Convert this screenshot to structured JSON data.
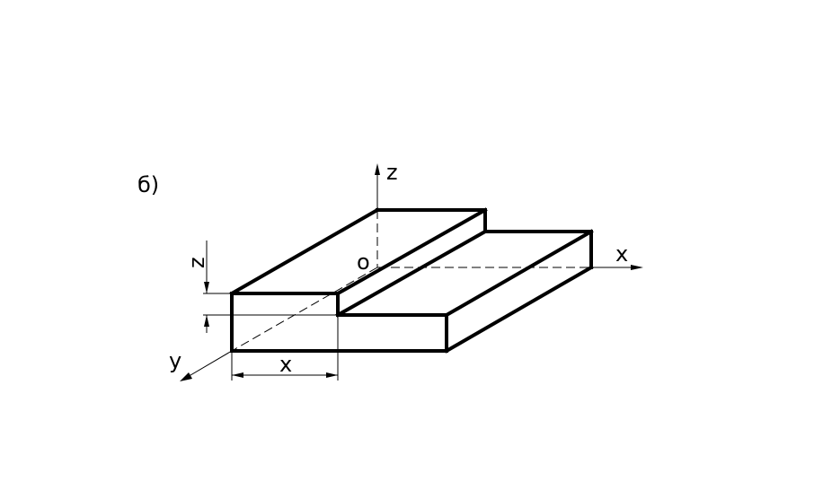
{
  "figure": {
    "panel_label": "б)",
    "axis_z": "z",
    "axis_x": "x",
    "axis_y": "y",
    "origin": "o",
    "dim_x": "x",
    "dim_z": "z"
  }
}
